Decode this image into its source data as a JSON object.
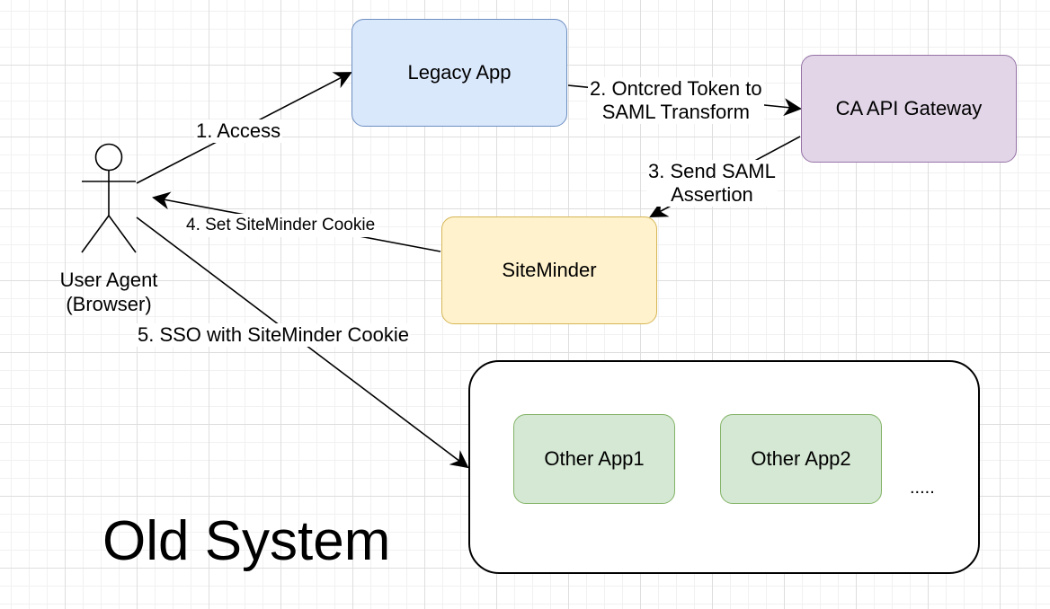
{
  "nodes": {
    "legacy_app": "Legacy App",
    "ca_api_gateway": "CA API Gateway",
    "siteminder": "SiteMinder",
    "other_app1": "Other App1",
    "other_app2": "Other App2",
    "more": ".....",
    "user_agent_line1": "User Agent",
    "user_agent_line2": "(Browser)"
  },
  "edges": {
    "access": "1. Access",
    "transform_line1": "2. Ontcred Token to",
    "transform_line2": "SAML Transform",
    "send_saml_line1": "3. Send SAML",
    "send_saml_line2": "Assertion",
    "set_cookie": "4. Set SiteMinder Cookie",
    "sso": "5. SSO with SiteMinder Cookie"
  },
  "title": "Old System",
  "colors": {
    "legacy_app_fill": "#dae8fc",
    "ca_api_gateway_fill": "#e1d5e7",
    "siteminder_fill": "#fff2cc",
    "other_app_fill": "#d5e8d4"
  }
}
